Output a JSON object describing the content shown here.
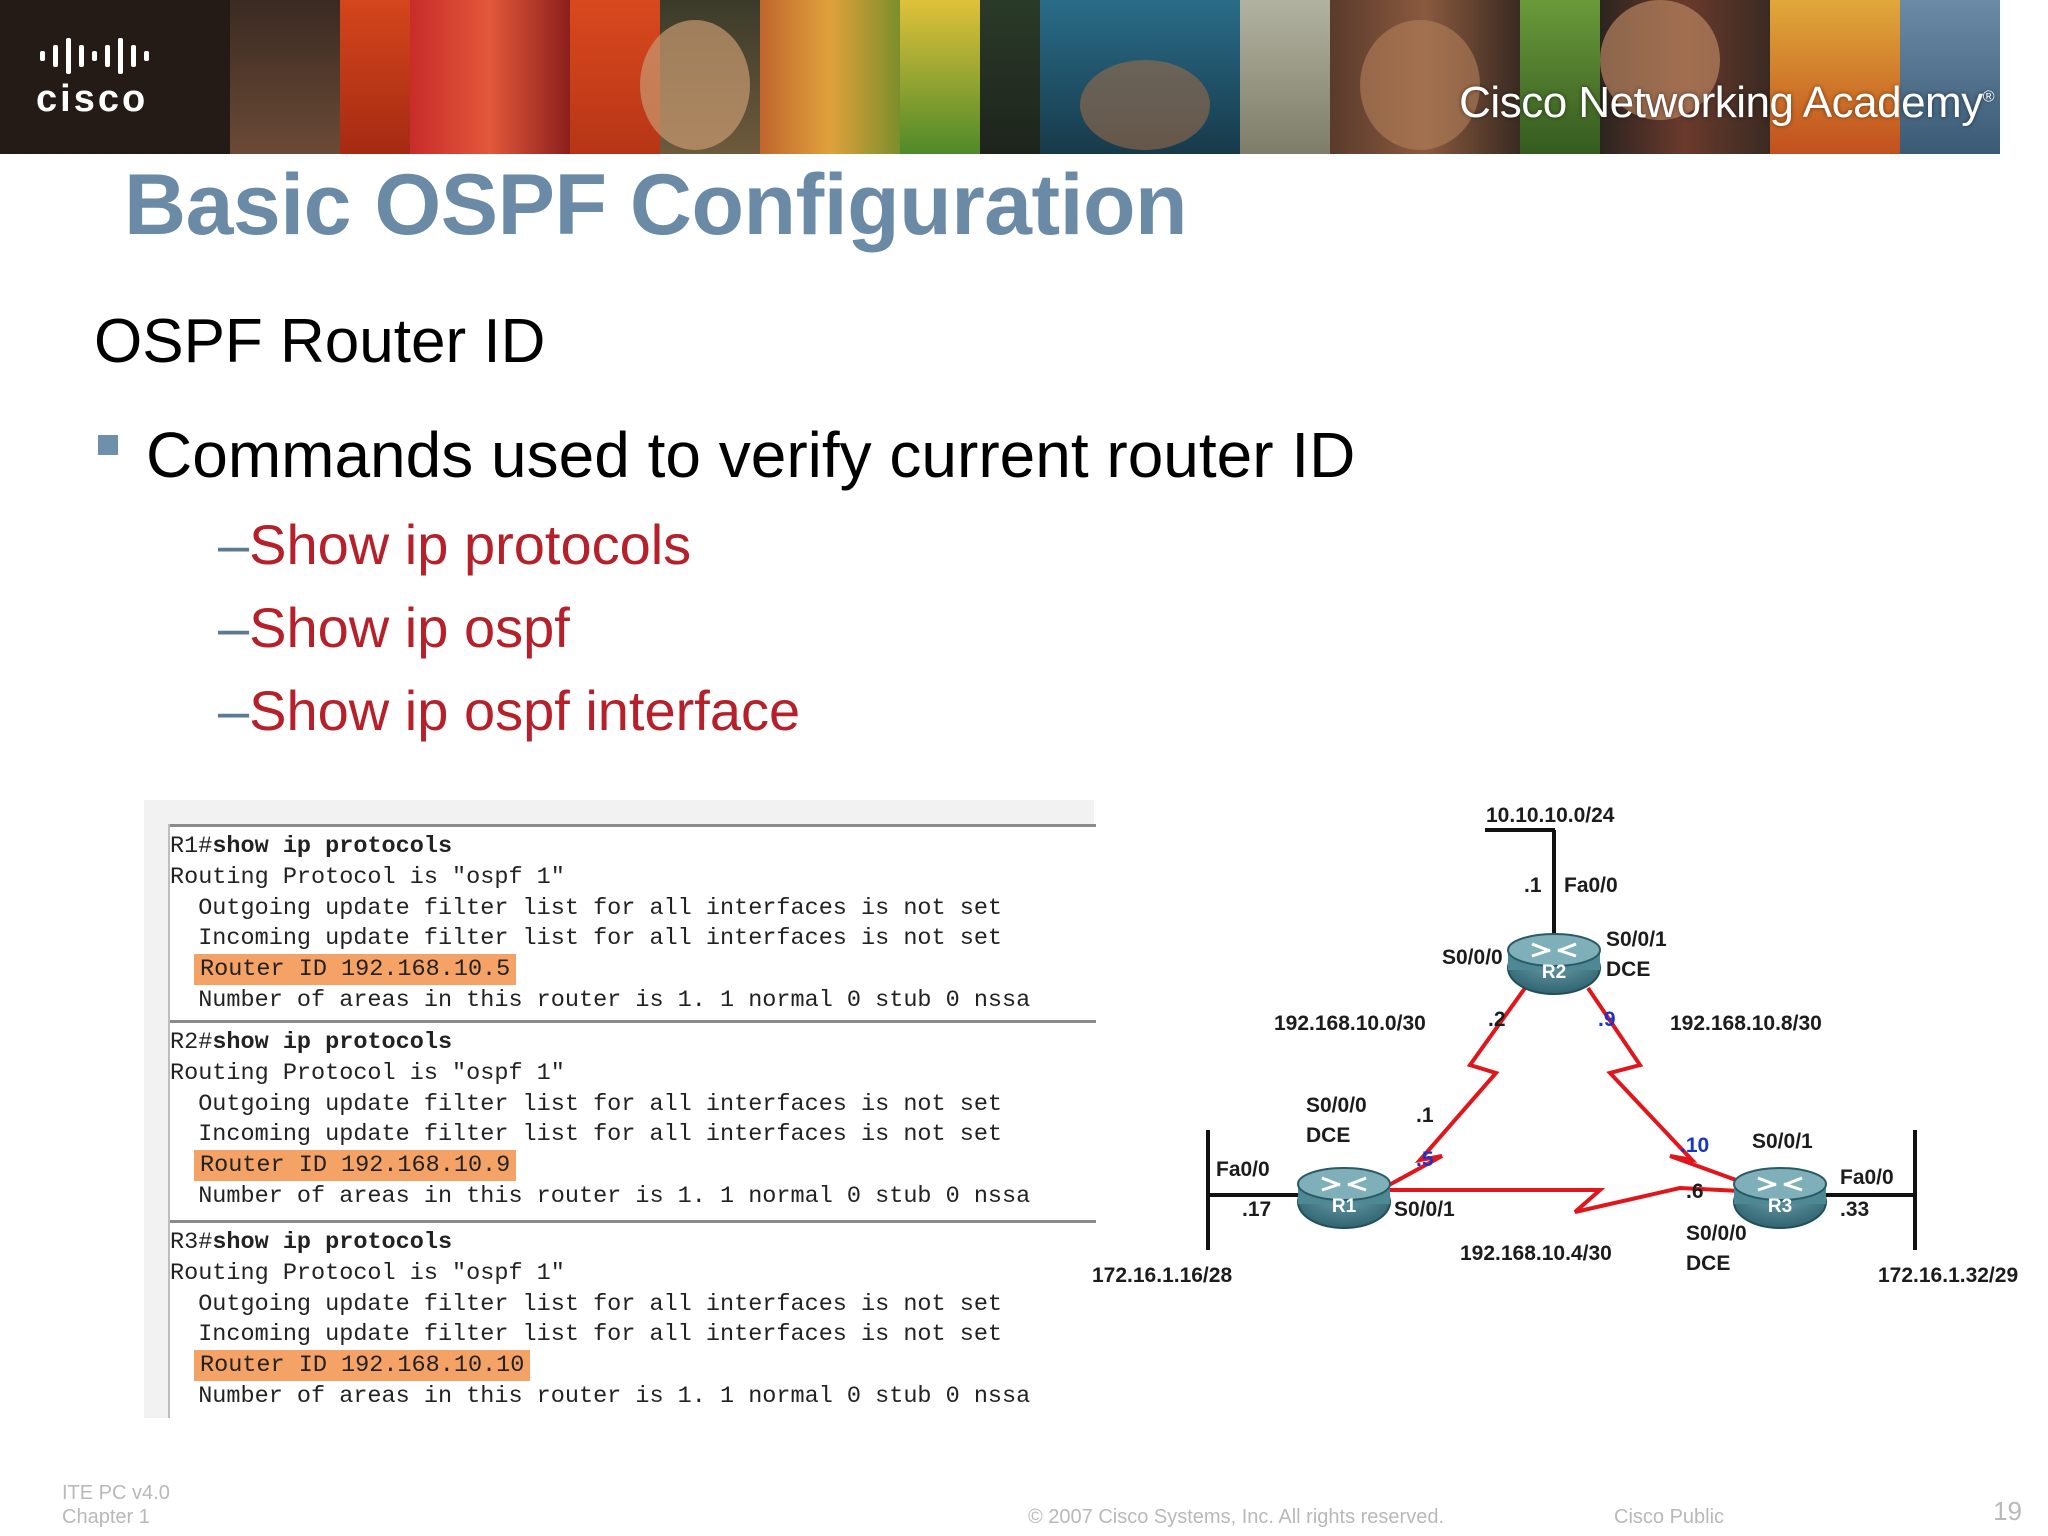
{
  "header": {
    "logo_text": "cisco",
    "academy_text": "Cisco Networking Academy",
    "academy_mark": "®"
  },
  "slide": {
    "title": "Basic OSPF Configuration",
    "subtitle": "OSPF Router ID",
    "bullet": "Commands used to verify current router ID",
    "sub_bullets": [
      {
        "dash": "–",
        "text": "Show ip protocols"
      },
      {
        "dash": "–",
        "text": "Show ip ospf"
      },
      {
        "dash": "–",
        "text": "Show ip ospf interface"
      }
    ]
  },
  "console": {
    "blocks": [
      {
        "prompt": "R1#",
        "command": "show ip protocols",
        "lines": [
          "Routing Protocol is \"ospf 1\"",
          "  Outgoing update filter list for all interfaces is not set",
          "  Incoming update filter list for all interfaces is not set",
          "  Router ID 192.168.10.5",
          "  Number of areas in this router is 1. 1 normal 0 stub 0 nssa"
        ],
        "router_id": "Router ID 192.168.10.5"
      },
      {
        "prompt": "R2#",
        "command": "show ip protocols",
        "lines": [
          "Routing Protocol is \"ospf 1\"",
          "  Outgoing update filter list for all interfaces is not set",
          "  Incoming update filter list for all interfaces is not set",
          "  Router ID 192.168.10.9",
          "  Number of areas in this router is 1. 1 normal 0 stub 0 nssa"
        ],
        "router_id": "Router ID 192.168.10.9"
      },
      {
        "prompt": "R3#",
        "command": "show ip protocols",
        "lines": [
          "Routing Protocol is \"ospf 1\"",
          "  Outgoing update filter list for all interfaces is not set",
          "  Incoming update filter list for all interfaces is not set",
          "  Router ID 192.168.10.10",
          "  Number of areas in this router is 1. 1 normal 0 stub 0 nssa"
        ],
        "router_id": "Router ID 192.168.10.10"
      }
    ],
    "highlight_color": "#f5a266"
  },
  "diagram": {
    "routers": [
      "R1",
      "R2",
      "R3"
    ],
    "labels": {
      "lan_r2": "10.10.10.0/24",
      "r2_fa_host": ".1",
      "r2_fa": "Fa0/0",
      "r2_s000": "S0/0/0",
      "r2_s001": "S0/0/1",
      "r2_dce": "DCE",
      "net_r1r2": "192.168.10.0/30",
      "net_r2r3": "192.168.10.8/30",
      "r2_left_host": ".2",
      "r2_right_host": ".9",
      "r1_s000": "S0/0/0",
      "r1_dce": "DCE",
      "r1_top_host": ".1",
      "r1_right_host": ".5",
      "r1_fa": "Fa0/0",
      "r1_fa_host": ".17",
      "r1_s001": "S0/0/1",
      "lan_r1": "172.16.1.16/28",
      "net_r1r3": "192.168.10.4/30",
      "r3_left_top_host": ".10",
      "r3_s001": "S0/0/1",
      "r3_left_host": ".6",
      "r3_fa": "Fa0/0",
      "r3_fa_host": ".33",
      "r3_s000": "S0/0/0",
      "r3_dce": "DCE",
      "lan_r3": "172.16.1.32/29"
    },
    "link_color": "#e0161c"
  },
  "footer": {
    "version": "ITE PC v4.0",
    "chapter": "Chapter 1",
    "copyright": "© 2007 Cisco Systems, Inc. All rights reserved.",
    "classification": "Cisco Public",
    "page": "19"
  }
}
